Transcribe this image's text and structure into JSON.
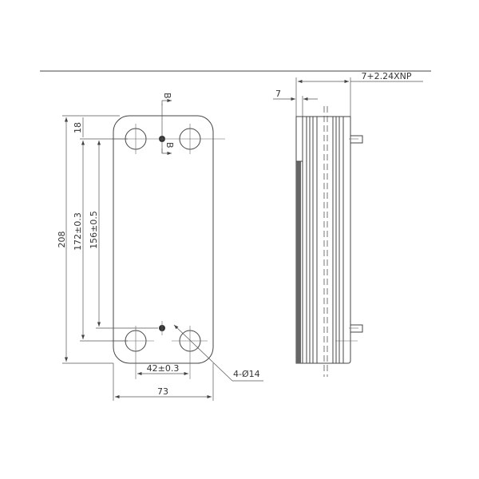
{
  "front_view": {
    "dim_total_height": "208",
    "dim_top_offset": "18",
    "dim_port_spacing_vertical_outer": "172±0.3",
    "dim_port_spacing_vertical_inner": "156±0.5",
    "dim_port_spacing_horizontal": "42±0.3",
    "dim_width": "73",
    "dim_holes": "4-Ø14",
    "section_label_top": "B",
    "section_label_bottom": "B"
  },
  "side_view": {
    "dim_thickness": "7+2.24XNP",
    "dim_plate": "7"
  }
}
